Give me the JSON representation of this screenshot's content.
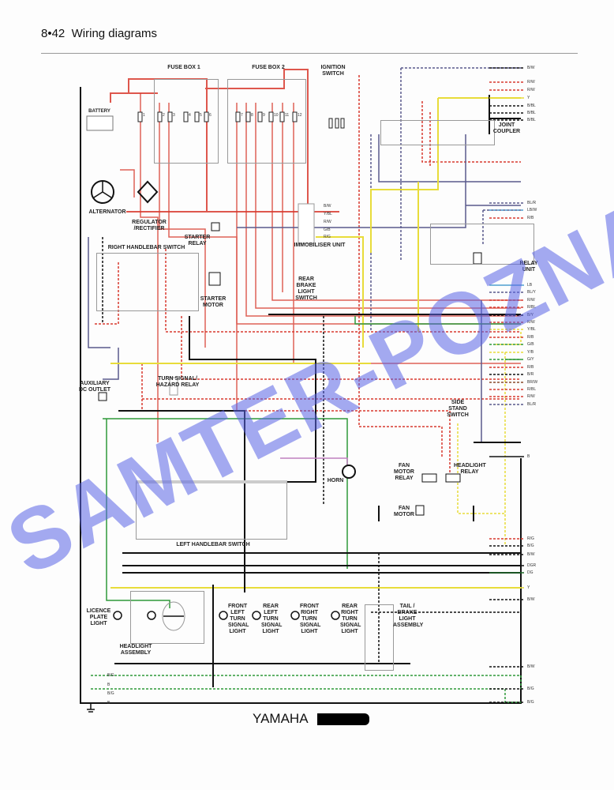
{
  "header": {
    "page": "8•42",
    "title": "Wiring diagrams"
  },
  "components": {
    "fuse_box_1": "FUSE BOX 1",
    "fuse_box_2": "FUSE BOX 2",
    "ignition_switch": "IGNITION SWITCH",
    "joint_coupler": "JOINT COUPLER",
    "battery": "BATTERY",
    "alternator": "ALTERNATOR",
    "regulator": "REGULATOR /RECTIFIER",
    "starter_relay": "STARTER RELAY",
    "immobiliser": "IMMOBILISER UNIT",
    "right_handlebar_switch": "RIGHT HANDLEBAR SWITCH",
    "starter_motor": "STARTER MOTOR",
    "rear_brake_switch": "REAR BRAKE LIGHT SWITCH",
    "relay_unit": "RELAY UNIT",
    "aux_outlet": "AUXILIARY DC OUTLET",
    "turn_relay": "TURN SIGNAL/ HAZARD RELAY",
    "side_stand": "SIDE STAND SWITCH",
    "fan_relay": "FAN MOTOR RELAY",
    "headlight_relay": "HEADLIGHT RELAY",
    "horn": "HORN",
    "fan_motor": "FAN MOTOR",
    "left_handlebar_switch": "LEFT HANDLEBAR SWITCH",
    "licence_light": "LICENCE PLATE LIGHT",
    "headlight_assembly": "HEADLIGHT ASSEMBLY",
    "front_left_turn": "FRONT LEFT TURN SIGNAL LIGHT",
    "rear_left_turn": "REAR LEFT TURN SIGNAL LIGHT",
    "front_right_turn": "FRONT RIGHT TURN SIGNAL LIGHT",
    "rear_right_turn": "REAR RIGHT TURN SIGNAL LIGHT",
    "tail_brake": "TAIL / BRAKE LIGHT ASSEMBLY"
  },
  "fuses": [
    "1",
    "2",
    "3",
    "4",
    "5",
    "6",
    "7",
    "8",
    "9",
    "10",
    "11",
    "12"
  ],
  "immobiliser_wires": [
    "B/W",
    "Y/BL",
    "R/W",
    "G/B",
    "R/G"
  ],
  "right_edge_wires": [
    "B/W",
    "R/W",
    "R/W",
    "Y",
    "B/BL",
    "B/BL",
    "B/BL",
    "BL/R",
    "LB/W",
    "R/B",
    "LB",
    "BL/Y",
    "R/W",
    "R/BL",
    "B/Y",
    "R/W",
    "Y/BL",
    "R/B",
    "G/B",
    "Y/B",
    "G/Y",
    "R/B",
    "B/R",
    "BR/W",
    "R/BL",
    "R/W",
    "BL/R",
    "B",
    "R/G",
    "B/G",
    "B/W",
    "DGR",
    "DG",
    "Y",
    "B/W",
    "B/W",
    "B/G",
    "B/G"
  ],
  "left_edge_wires": [
    "B/G",
    "B",
    "B/G",
    "B"
  ],
  "footer": {
    "brand": "YAMAHA"
  },
  "watermark": "SAMTER-POZNAN",
  "colors": {
    "R": "#d83a2e",
    "B": "#111111",
    "Y": "#e8dc3a",
    "G": "#2f9a3a",
    "BL": "#5a5a8c",
    "LB": "#4fa0d0",
    "BR": "#8a4a2a",
    "DG": "#1e6a2a",
    "P": "#c080c0"
  }
}
